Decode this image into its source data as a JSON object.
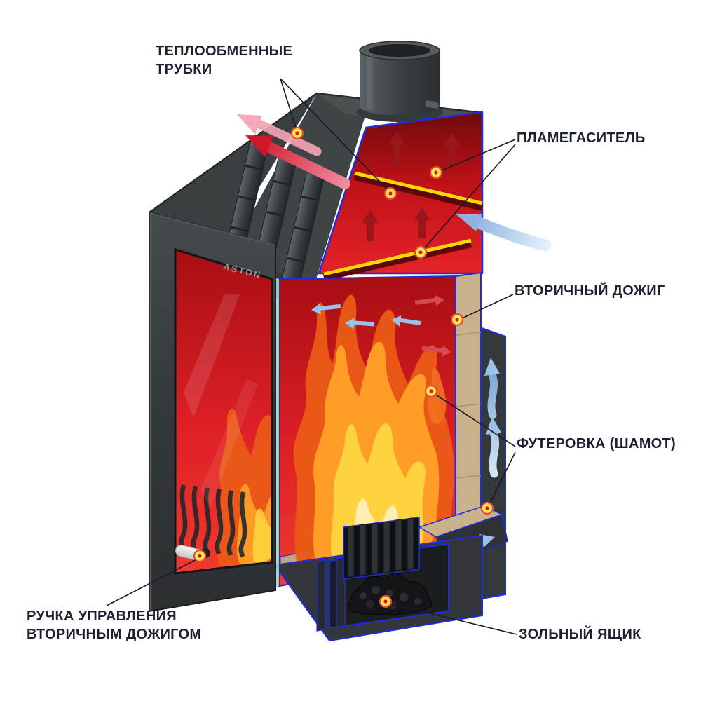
{
  "diagram": {
    "brand": "ASTON",
    "labels": {
      "heat_exchange_tubes": {
        "line1": "ТЕПЛООБМЕННЫЕ",
        "line2": "ТРУБКИ"
      },
      "flame_arrester": {
        "text": "ПЛАМЕГАСИТЕЛЬ"
      },
      "secondary_afterburn": {
        "text": "ВТОРИЧНЫЙ ДОЖИГ"
      },
      "lining_chamotte": {
        "text": "ФУТЕРОВКА (ШАМОТ)"
      },
      "afterburn_control_handle": {
        "line1": "РУЧКА УПРАВЛЕНИЯ",
        "line2": "ВТОРИЧНЫМ ДОЖИГОМ"
      },
      "ash_box": {
        "text": "ЗОЛЬНЫЙ ЯЩИК"
      }
    },
    "colors": {
      "label_text": "#1c2130",
      "cut_outline_blue": "#1f2de0",
      "baffle_yellow": "#ffd900",
      "interior_red": "#d71920",
      "chamotte_tan": "#c9b189",
      "metal_dark": "#3a3f42",
      "flame_orange": "#ff9d26",
      "marker_fill": "#ffe44d",
      "marker_ring": "#e8483c",
      "hot_arrow": "#cf1728",
      "cold_arrow": "#7fa9da"
    }
  }
}
